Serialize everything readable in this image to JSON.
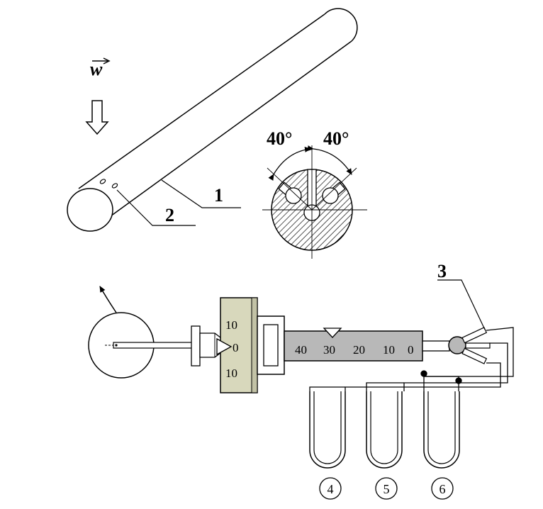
{
  "labels": {
    "velocity": "w",
    "part1": "1",
    "part2": "2",
    "part3": "3",
    "angle_left": "40°",
    "angle_right": "40°",
    "manometer_4": "4",
    "manometer_5": "5",
    "manometer_6": "6"
  },
  "dial_marks": [
    "10",
    "0",
    "10"
  ],
  "bar_scale": [
    "40",
    "30",
    "20",
    "10",
    "0"
  ],
  "colors": {
    "line": "#000000",
    "dial_fill": "#d8d8bc",
    "bar_fill": "#b8b8b8",
    "hatch": "#000000"
  }
}
